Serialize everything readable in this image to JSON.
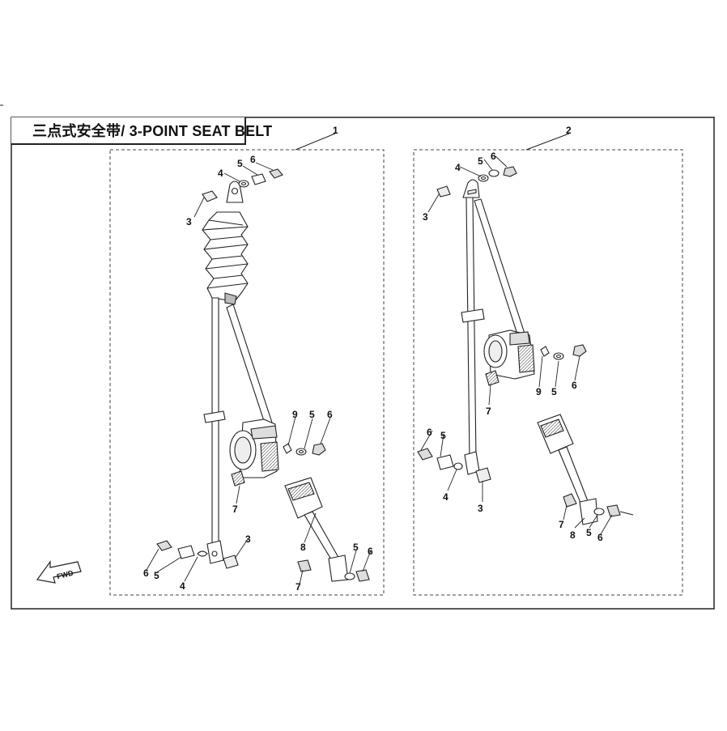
{
  "title": "三点式安全带/ 3-POINT SEAT BELT",
  "fwd_label": "FWD",
  "assemblies": [
    {
      "id": "1",
      "callouts": [
        {
          "name": "label-6",
          "text": "6"
        },
        {
          "name": "label-5",
          "text": "5"
        },
        {
          "name": "label-4",
          "text": "4"
        },
        {
          "name": "label-3",
          "text": "3"
        },
        {
          "name": "label-9",
          "text": "9"
        },
        {
          "name": "label-5",
          "text": "5"
        },
        {
          "name": "label-6",
          "text": "6"
        },
        {
          "name": "label-7",
          "text": "7"
        },
        {
          "name": "label-3",
          "text": "3"
        },
        {
          "name": "label-6",
          "text": "6"
        },
        {
          "name": "label-5",
          "text": "5"
        },
        {
          "name": "label-4",
          "text": "4"
        },
        {
          "name": "label-8",
          "text": "8"
        },
        {
          "name": "label-5",
          "text": "5"
        },
        {
          "name": "label-6",
          "text": "6"
        },
        {
          "name": "label-7",
          "text": "7"
        }
      ]
    },
    {
      "id": "2",
      "callouts": [
        {
          "name": "label-6",
          "text": "6"
        },
        {
          "name": "label-5",
          "text": "5"
        },
        {
          "name": "label-4",
          "text": "4"
        },
        {
          "name": "label-3",
          "text": "3"
        },
        {
          "name": "label-9",
          "text": "9"
        },
        {
          "name": "label-5",
          "text": "5"
        },
        {
          "name": "label-6",
          "text": "6"
        },
        {
          "name": "label-7",
          "text": "7"
        },
        {
          "name": "label-6",
          "text": "6"
        },
        {
          "name": "label-5",
          "text": "5"
        },
        {
          "name": "label-4",
          "text": "4"
        },
        {
          "name": "label-3",
          "text": "3"
        },
        {
          "name": "label-7",
          "text": "7"
        },
        {
          "name": "label-8",
          "text": "8"
        },
        {
          "name": "label-5",
          "text": "5"
        },
        {
          "name": "label-6",
          "text": "6"
        }
      ]
    }
  ],
  "colors": {
    "line": "#222222",
    "fill": "#ffffff",
    "shade": "#9a9a9a"
  }
}
